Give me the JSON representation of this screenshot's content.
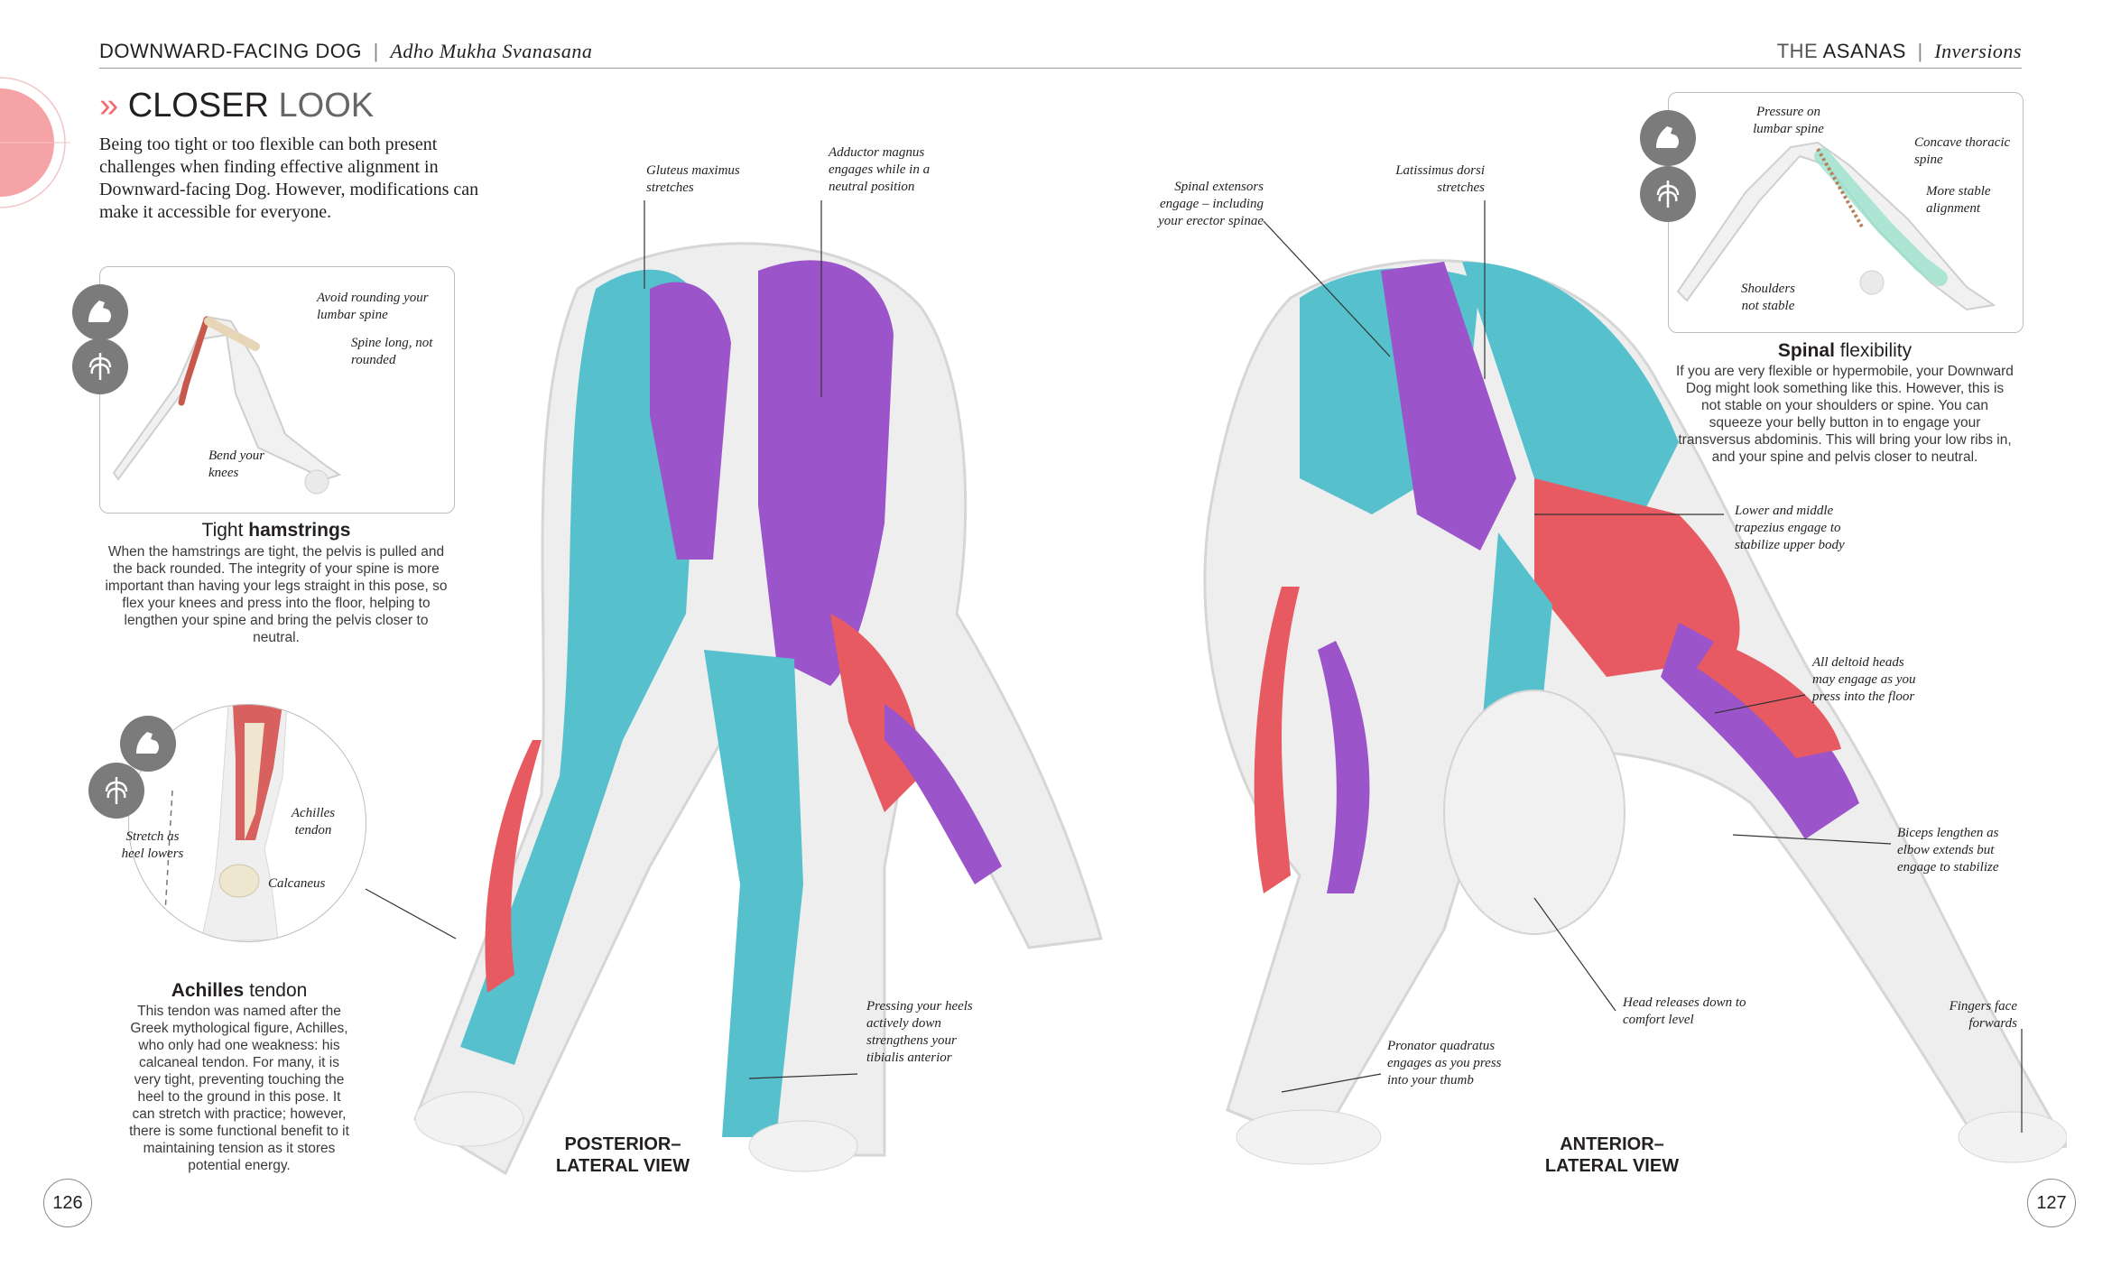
{
  "header": {
    "left_title": "DOWNWARD-FACING DOG",
    "left_sub": "Adho Mukha Svanasana",
    "right_pre": "THE",
    "right_title": "ASANAS",
    "right_sub": "Inversions"
  },
  "closer": {
    "word1": "CLOSER",
    "word2": "LOOK",
    "chevrons": "»"
  },
  "intro": "Being too tight or too flexible can both present challenges when finding effective alignment in Downward-facing Dog. However, modifications can make it accessible for everyone.",
  "tight": {
    "title_light": "Tight",
    "title_bold": "hamstrings",
    "body": "When the hamstrings are tight, the pelvis is pulled and the back rounded. The integrity of your spine is more important than having your legs straight in this pose, so flex your knees and press into the floor, helping to lengthen your spine and bring the pelvis closer to neutral.",
    "labels": {
      "a": "Avoid rounding your lumbar spine",
      "b": "Spine long, not rounded",
      "c": "Bend your knees"
    }
  },
  "achilles": {
    "title_bold": "Achilles",
    "title_light": "tendon",
    "body": "This tendon was named after the Greek mythological figure, Achilles, who only had one weakness: his calcaneal tendon. For many, it is very tight, preventing touching the heel to the ground in this pose. It can stretch with practice; however, there is some functional benefit to it maintaining tension as it stores potential energy.",
    "labels": {
      "stretch": "Stretch as heel lowers",
      "tendon": "Achilles tendon",
      "calc": "Calcaneus"
    }
  },
  "spinal": {
    "title_bold": "Spinal",
    "title_light": "flexibility",
    "body": "If you are very flexible or hypermobile, your Downward Dog might look something like this. However, this is not stable on your shoulders or spine. You can squeeze your belly button in to engage your transversus abdominis. This will bring your low ribs in, and your spine and pelvis closer to neutral.",
    "labels": {
      "pressure": "Pressure on lumbar spine",
      "concave": "Concave thoracic spine",
      "stable": "More stable alignment",
      "shoulders": "Shoulders not stable"
    }
  },
  "labels": {
    "glute": "Gluteus maximus stretches",
    "adductor": "Adductor magnus engages while in a neutral position",
    "pressing": "Pressing your heels actively down strengthens your tibialis anterior",
    "spinal_ext": "Spinal extensors engage – including your erector spinae",
    "lats": "Latissimus dorsi stretches",
    "trap": "Lower and middle trapezius engage to stabilize upper body",
    "deltoid": "All deltoid heads may engage as you press into the floor",
    "biceps": "Biceps lengthen as elbow extends but engage to stabilize",
    "head": "Head releases down to comfort level",
    "pronator": "Pronator quadratus engages as you press into your thumb",
    "fingers": "Fingers face forwards"
  },
  "views": {
    "posterior": [
      "POSTERIOR–",
      "LATERAL VIEW"
    ],
    "anterior": [
      "ANTERIOR–",
      "LATERAL VIEW"
    ]
  },
  "pages": {
    "left": "126",
    "right": "127"
  },
  "colors": {
    "blue": "#56c1cc",
    "purple": "#9b54c9",
    "red": "#e85a62",
    "bone": "#e9e9e9",
    "accent": "#f47b80"
  }
}
